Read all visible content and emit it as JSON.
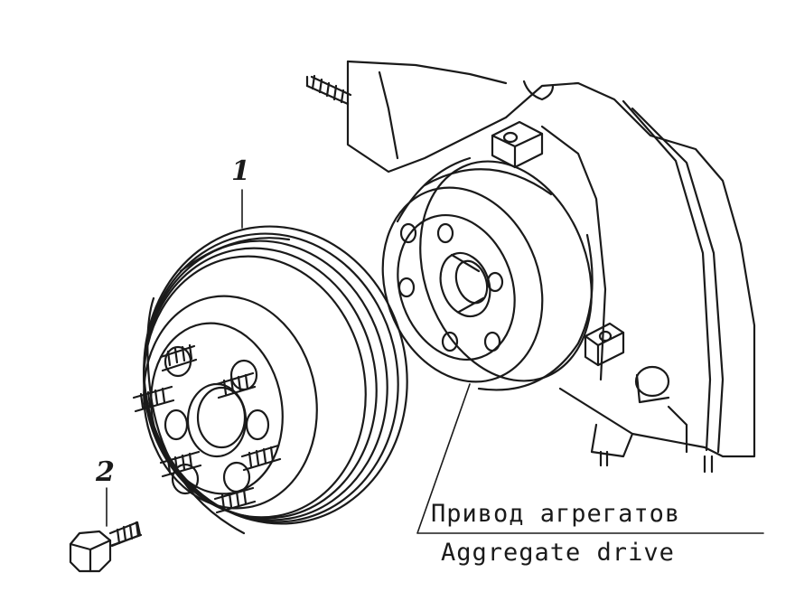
{
  "callouts": {
    "part1": "1",
    "part2": "2"
  },
  "caption": {
    "russian": "Привод агрегатов",
    "english": "Aggregate drive"
  },
  "colors": {
    "ink": "#1a1a1a",
    "paper": "#ffffff"
  }
}
